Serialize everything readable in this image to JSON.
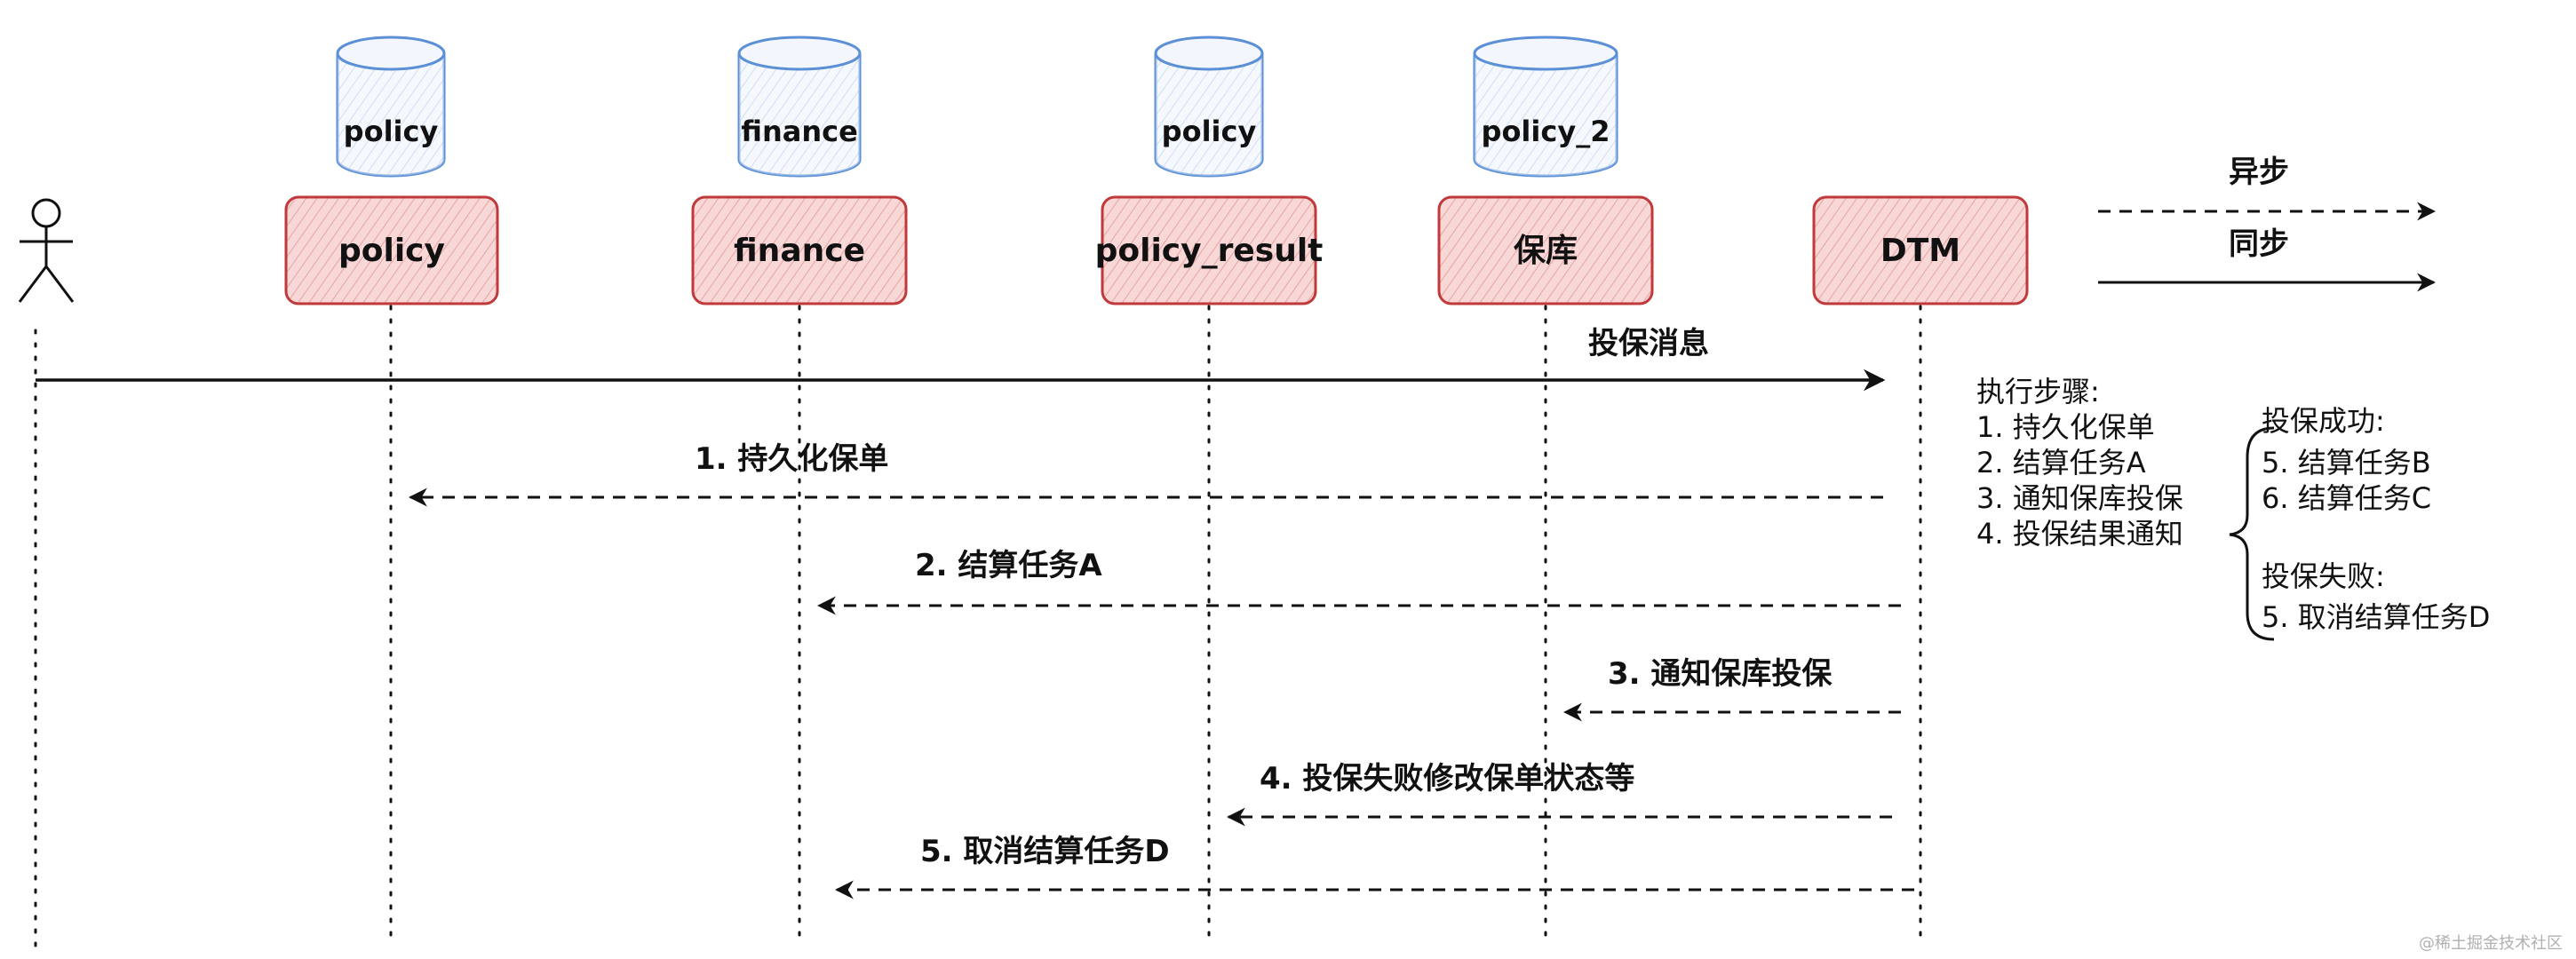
{
  "legend": {
    "async_label": "异步",
    "sync_label": "同步"
  },
  "services": [
    {
      "label": "policy",
      "db": "policy"
    },
    {
      "label": "finance",
      "db": "finance"
    },
    {
      "label": "policy_result",
      "db": "policy"
    },
    {
      "label": "保库",
      "db": "policy_2"
    },
    {
      "label": "DTM",
      "db": ""
    }
  ],
  "messages": [
    {
      "label": "投保消息",
      "style": "sync"
    },
    {
      "label": "1. 持久化保单",
      "style": "async"
    },
    {
      "label": "2. 结算任务A",
      "style": "async"
    },
    {
      "label": "3. 通知保库投保",
      "style": "async"
    },
    {
      "label": "4. 投保失败修改保单状态等",
      "style": "async"
    },
    {
      "label": "5. 取消结算任务D",
      "style": "async"
    }
  ],
  "steps_note": {
    "title": "执行步骤:",
    "lines": [
      "1. 持久化保单",
      "2. 结算任务A",
      "3. 通知保库投保",
      "4. 投保结果通知"
    ]
  },
  "success_note": {
    "title": "投保成功:",
    "lines": [
      "5. 结算任务B",
      "6. 结算任务C"
    ]
  },
  "failure_note": {
    "title": "投保失败:",
    "lines": [
      "5. 取消结算任务D"
    ]
  },
  "watermark": "@稀土掘金技术社区",
  "colors": {
    "service_fill": "#f8d7d7",
    "service_stroke": "#c0393b",
    "db_fill": "#e8f0fb",
    "db_stroke": "#5b8fd6",
    "line": "#111111"
  }
}
